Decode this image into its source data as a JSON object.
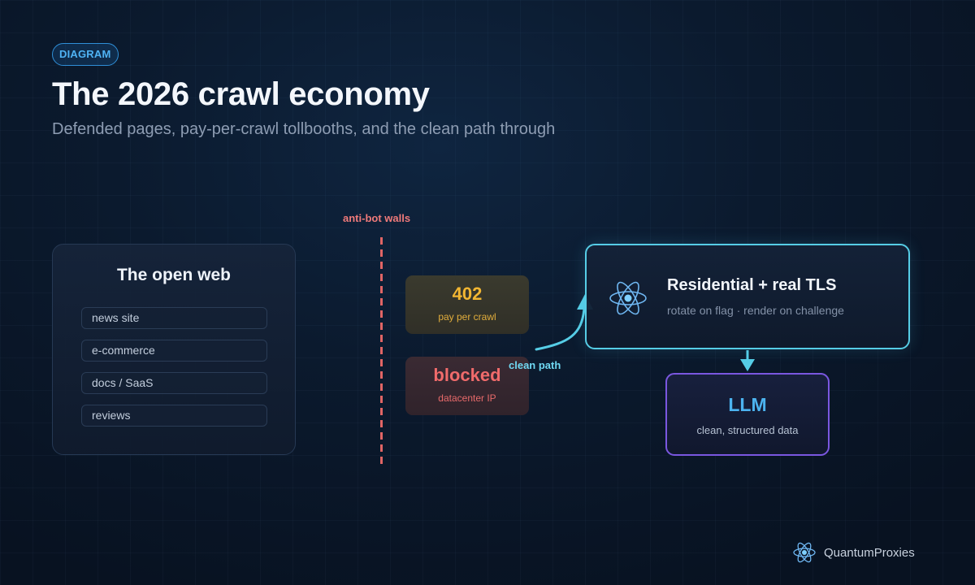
{
  "header": {
    "badge": "DIAGRAM",
    "title": "The 2026 crawl economy",
    "subtitle": "Defended pages, pay-per-crawl tollbooths, and the clean path through"
  },
  "walls": {
    "label": "anti-bot walls",
    "color": "#e06565"
  },
  "open_web": {
    "title": "The open web",
    "items": [
      "news site",
      "e-commerce",
      "docs / SaaS",
      "reviews"
    ]
  },
  "tollbooths": {
    "pay": {
      "main": "402",
      "sub": "pay per crawl",
      "color": "#f2b632"
    },
    "blocked": {
      "main": "blocked",
      "sub": "datacenter IP",
      "color": "#f06b6b"
    }
  },
  "clean_path": {
    "label": "clean path",
    "color": "#6fd8f2"
  },
  "residential": {
    "icon": "atom-icon",
    "title": "Residential + real TLS",
    "subtitle": "rotate on flag · render on challenge",
    "border_color": "#56cde6"
  },
  "llm": {
    "title": "LLM",
    "subtitle": "clean, structured data",
    "border_color": "#7a57e0"
  },
  "brand": {
    "icon": "atom-icon",
    "name": "QuantumProxies"
  }
}
